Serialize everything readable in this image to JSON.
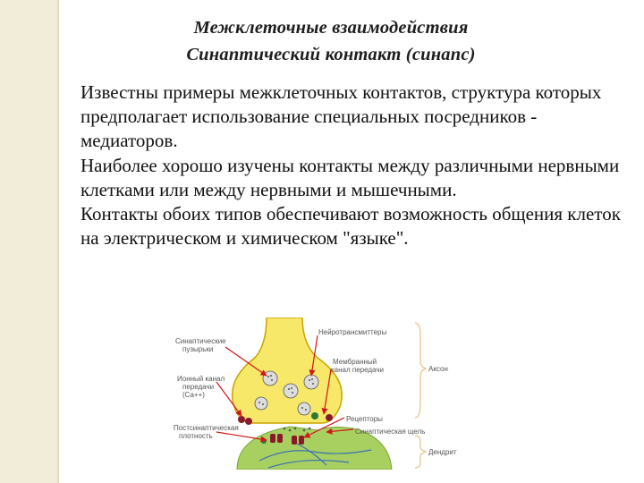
{
  "slide": {
    "title": "Межклеточные взаимодействия",
    "subtitle": "Синаптический контакт (синапс)",
    "paragraphs": [
      "Известны примеры межклеточных контактов, структура которых предполагает использование специальных посредников - медиаторов.",
      "Наиболее хорошо изучены контакты между различными нервными клетками или между нервными и мышечными.",
      "Контакты обоих типов обеспечивают возможность общения клеток на электрическом и химическом \"языке\"."
    ]
  },
  "diagram": {
    "labels": {
      "vesicles_1": "Синаптические",
      "vesicles_2": "пузырьки",
      "neurotransmitters": "Нейротрансмиттеры",
      "membrane_channel_1": "Мембранный",
      "membrane_channel_2": "канал передачи",
      "axon": "Аксон",
      "ion_channel_1": "Ионный канал",
      "ion_channel_2": "передачи",
      "ion_channel_3": "(Ca++)",
      "receptors": "Рецепторы",
      "postsynaptic_1": "Постсинаптическая",
      "postsynaptic_2": "плотность",
      "synaptic_cleft": "Синаптическая щель",
      "dendrite": "Дендрит"
    },
    "colors": {
      "terminal": "#f7e86a",
      "terminal_outline": "#c8a400",
      "dendrite": "#a8d060",
      "vesicle": "#dddddd",
      "receptor": "#8a1a2a",
      "arrow": "#d01818",
      "brace": "#e8c48a",
      "label": "#555555"
    }
  }
}
